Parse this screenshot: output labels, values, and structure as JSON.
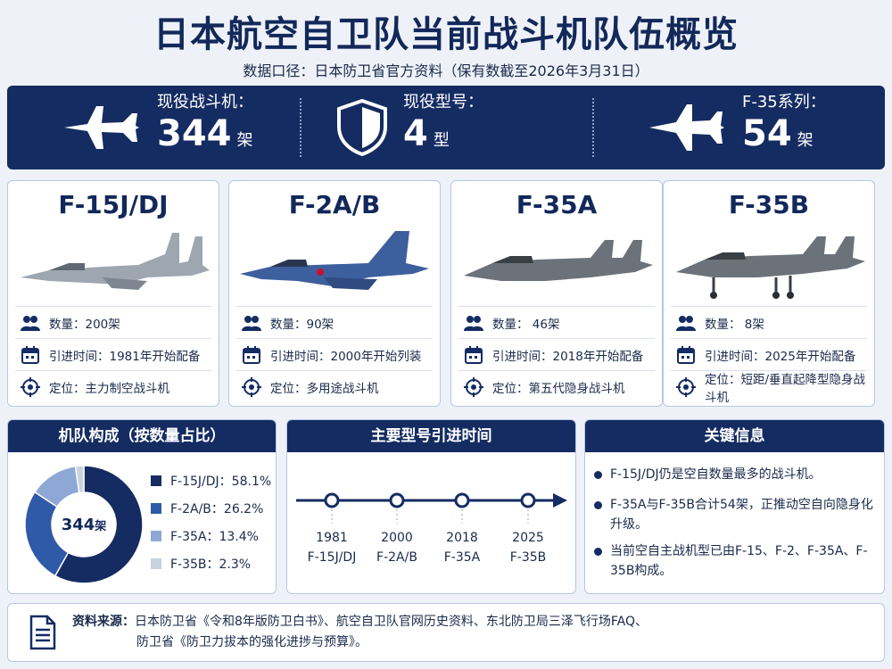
{
  "title": "日本航空自卫队当前战斗机队伍概览",
  "subtitle": "数据口径：日本防卫省官方资料（保有数截至2026年3月31日）",
  "stats": [
    {
      "label": "现役战斗机：",
      "value": "344",
      "unit": "架",
      "icon": "fighter-jet-icon"
    },
    {
      "label": "现役型号：",
      "value": "4",
      "unit": "型",
      "icon": "shield-icon"
    },
    {
      "label": "F-35系列：",
      "value": "54",
      "unit": "架",
      "icon": "stealth-jet-icon"
    }
  ],
  "aircraft": [
    {
      "name": "F-15J/DJ",
      "count": "数量：200架",
      "intro": "引进时间：1981年开始配备",
      "role": "定位：主力制空战斗机"
    },
    {
      "name": "F-2A/B",
      "count": "数量：90架",
      "intro": "引进时间：2000年开始列装",
      "role": "定位：多用途战斗机"
    },
    {
      "name": "F-35A",
      "count": "数量： 46架",
      "intro": "引进时间：2018年开始配备",
      "role": "定位：第五代隐身战斗机"
    },
    {
      "name": "F-35B",
      "count": "数量： 8架",
      "intro": "引进时间：2025年开始配备",
      "role": "定位：短距/垂直起降型隐身战斗机"
    }
  ],
  "composition": {
    "heading": "机队构成（按数量占比）",
    "center_value": "344",
    "center_unit": "架",
    "slices": [
      {
        "label": "F-15J/DJ：58.1%",
        "value": 58.1,
        "color": "#152c62"
      },
      {
        "label": "F-2A/B：26.2%",
        "value": 26.2,
        "color": "#2f5aa8"
      },
      {
        "label": "F-35A：13.4%",
        "value": 13.4,
        "color": "#8ea8d6"
      },
      {
        "label": "F-35B：2.3%",
        "value": 2.3,
        "color": "#c9d2e0"
      }
    ]
  },
  "timeline": {
    "heading": "主要型号引进时间",
    "events": [
      {
        "year": "1981",
        "model": "F-15J/DJ"
      },
      {
        "year": "2000",
        "model": "F-2A/B"
      },
      {
        "year": "2018",
        "model": "F-35A"
      },
      {
        "year": "2025",
        "model": "F-35B"
      }
    ]
  },
  "key_info": {
    "heading": "关键信息",
    "points": [
      "F-15J/DJ仍是空自数量最多的战斗机。",
      "F-35A与F-35B合计54架，正推动空自向隐身化升级。",
      "当前空自主战机型已由F-15、F-2、F-35A、F-35B构成。"
    ]
  },
  "source": {
    "label": "资料来源：",
    "line1": "日本防卫省《令和8年版防卫白书》、航空自卫队官网历史资料、东北防卫局三泽飞行场FAQ、",
    "line2": "防卫省《防卫力拔本的强化进捗与预算》。"
  }
}
